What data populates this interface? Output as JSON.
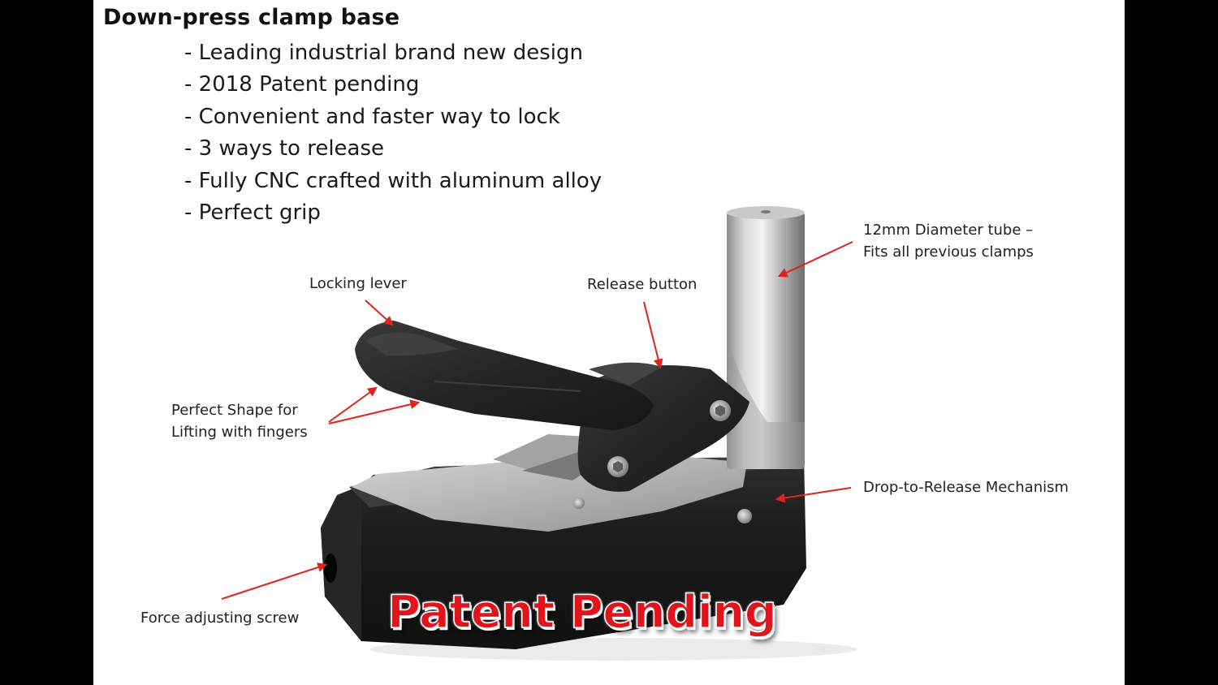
{
  "title": "Down-press clamp base",
  "bullets": [
    "- Leading industrial brand new design",
    "- 2018 Patent pending",
    "- Convenient and faster way to lock",
    "- 3 ways to release",
    "- Fully CNC crafted with aluminum alloy",
    "- Perfect grip"
  ],
  "callouts": {
    "tube_line1": "12mm Diameter tube –",
    "tube_line2": "Fits all previous clamps",
    "locking_lever": "Locking lever",
    "release_button": "Release button",
    "shape_line1": "Perfect Shape for",
    "shape_line2": "Lifting with fingers",
    "drop_release": "Drop-to-Release Mechanism",
    "force_screw": "Force adjusting screw"
  },
  "stamp": "Patent Pending",
  "colors": {
    "arrow": "#e0231c",
    "stamp": "#e1141b",
    "body": "#1b1b1b",
    "metal": "#b9b9b9"
  }
}
